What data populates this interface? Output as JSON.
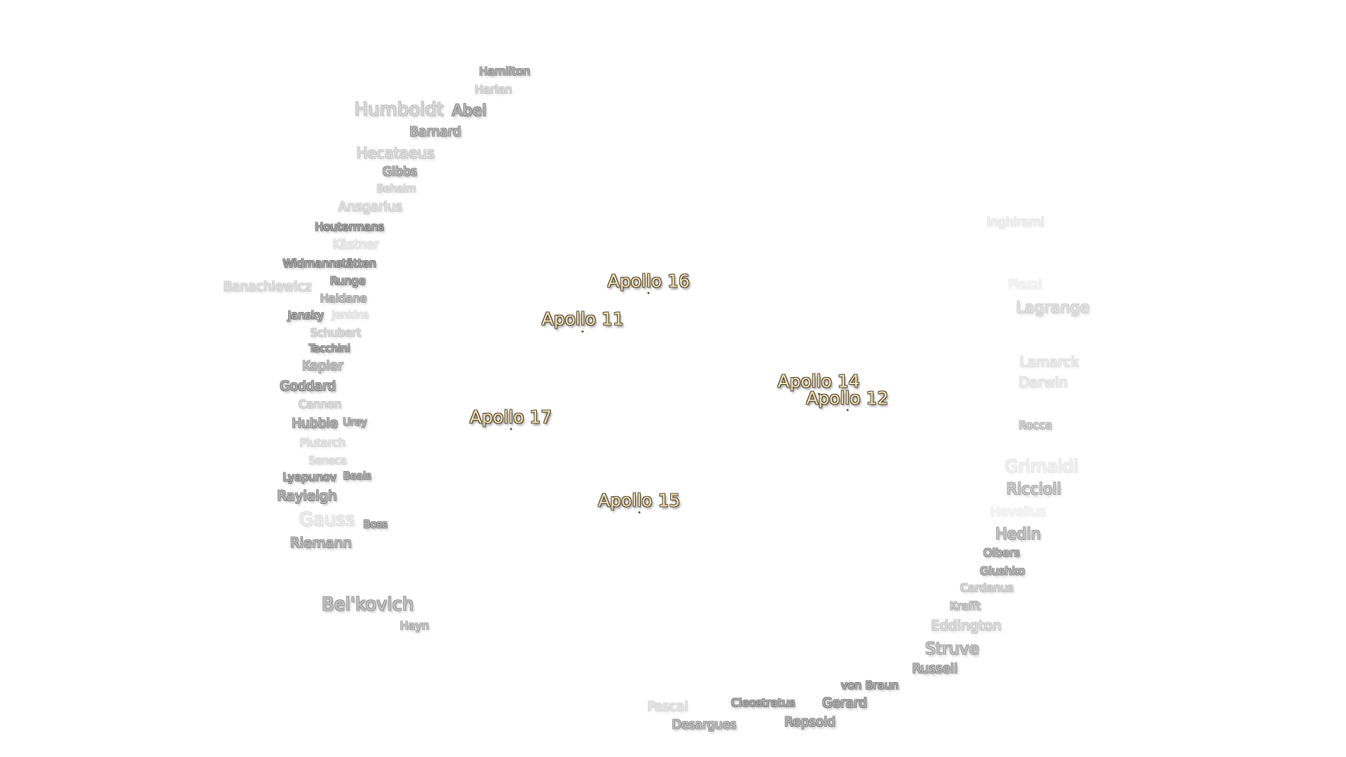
{
  "craters": [
    "Hamilton",
    "Harlan",
    "Abel",
    "Barnard",
    "Humboldt",
    "Hecataeus",
    "Gibbs",
    "Behaim",
    "Ansgarius",
    "Houtermans",
    "Kästner",
    "Widmannstätten",
    "Runge",
    "Haldane",
    "Jenkins",
    "Schubert",
    "Banachiewicz",
    "Tacchini",
    "Jansky",
    "Kepler",
    "Goddard",
    "Cannon",
    "Hubble",
    "Plutarch",
    "Seneca",
    "Lyapunov",
    "Urey",
    "Rayleigh",
    "Gauss",
    "Beals",
    "Riemann",
    "Boss",
    "Bel'kovich",
    "Hayn",
    "Inghirami",
    "Piazzi",
    "Lagrange",
    "Lamarck",
    "Darwin",
    "Rocca",
    "Grimaldi",
    "Riccioli",
    "Hevelius",
    "Hedin",
    "Olbers",
    "Glushko",
    "Cardanus",
    "Krafft",
    "Eddington",
    "Struve",
    "Russell",
    "von Braun",
    "Gerard",
    "Repsold",
    "Cleostratus",
    "Desargues",
    "Pascal"
  ],
  "landing_sites": [
    "Apollo 16",
    "Apollo 11",
    "Apollo 14",
    "Apollo 12",
    "Apollo 17",
    "Apollo 15"
  ],
  "colors": {
    "crater_text": "#a8a8a8",
    "crater_outline": "#5a5a5a",
    "landing_text": "#f6e4b8",
    "landing_outline": "#4a3f2a"
  }
}
